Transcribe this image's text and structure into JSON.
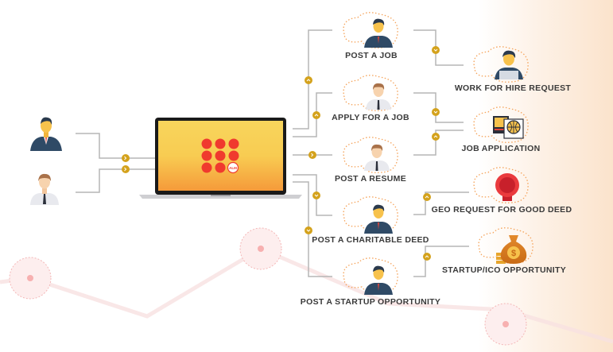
{
  "title": "ALM platform workflow diagram",
  "center": {
    "name": "laptop",
    "logo_text": "ALM"
  },
  "users": [
    {
      "id": "employer",
      "icon": "businessman-icon"
    },
    {
      "id": "employee",
      "icon": "employee-icon"
    }
  ],
  "actions": [
    {
      "id": "post-a-job",
      "label": "POST A JOB",
      "icon": "businessman-icon"
    },
    {
      "id": "apply-for-a-job",
      "label": "APPLY FOR A JOB",
      "icon": "employee-icon"
    },
    {
      "id": "post-a-resume",
      "label": "POST A RESUME",
      "icon": "employee-icon"
    },
    {
      "id": "post-a-charitable-deed",
      "label": "POST A CHARITABLE DEED",
      "icon": "businessman-icon"
    },
    {
      "id": "post-a-startup-opportunity",
      "label": "POST A STARTUP OPPORTUNITY",
      "icon": "businessman-icon"
    }
  ],
  "outcomes": [
    {
      "id": "work-for-hire-request",
      "label": "WORK FOR HIRE REQUEST",
      "icon": "worker-laptop-icon"
    },
    {
      "id": "job-application",
      "label": "JOB APPLICATION",
      "icon": "document-globe-icon"
    },
    {
      "id": "geo-request-for-good-deed",
      "label": "GEO REQUEST FOR GOOD DEED",
      "icon": "award-badge-icon"
    },
    {
      "id": "startup-ico-opportunity",
      "label": "STARTUP/ICO OPPORTUNITY",
      "icon": "money-bag-icon"
    }
  ],
  "colors": {
    "line": "#b5b5b5",
    "connector": "#d4a21c",
    "dotted": "#f5a35a",
    "text": "#3a3a3a",
    "suit": "#2f4a66",
    "skin": "#f7c24c",
    "logo_red": "#f03a2e"
  }
}
